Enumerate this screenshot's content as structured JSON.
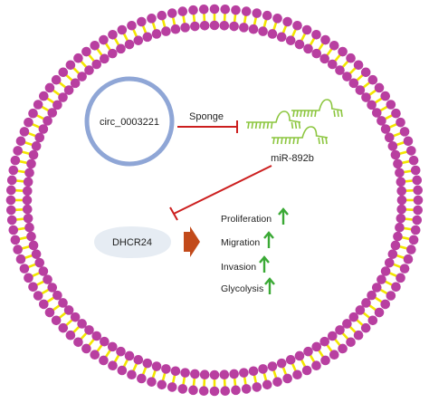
{
  "diagram": {
    "circ_label": "circ_0003221",
    "sponge_label": "Sponge",
    "mirna_label": "miR-892b",
    "gene_label": "DHCR24",
    "outcomes": [
      {
        "label": "Proliferation",
        "trend": "up"
      },
      {
        "label": "Migration",
        "trend": "up"
      },
      {
        "label": "Invasion",
        "trend": "up"
      },
      {
        "label": "Glycolysis",
        "trend": "up"
      }
    ]
  },
  "colors": {
    "membrane_head": "#b83fa0",
    "membrane_tail": "#f3e600",
    "circ_ring": "#8fa6d6",
    "inhibit_line": "#cc1f1f",
    "mirna_strand": "#8cc63f",
    "gene_blob": "#e6ecf3",
    "block_arrow": "#c24a1a",
    "up_arrow": "#3aa935"
  },
  "icons": {
    "membrane": "lipid-bilayer-icon",
    "mirna": "mirna-hairpin-icon",
    "up_arrow": "up-arrow-icon"
  }
}
